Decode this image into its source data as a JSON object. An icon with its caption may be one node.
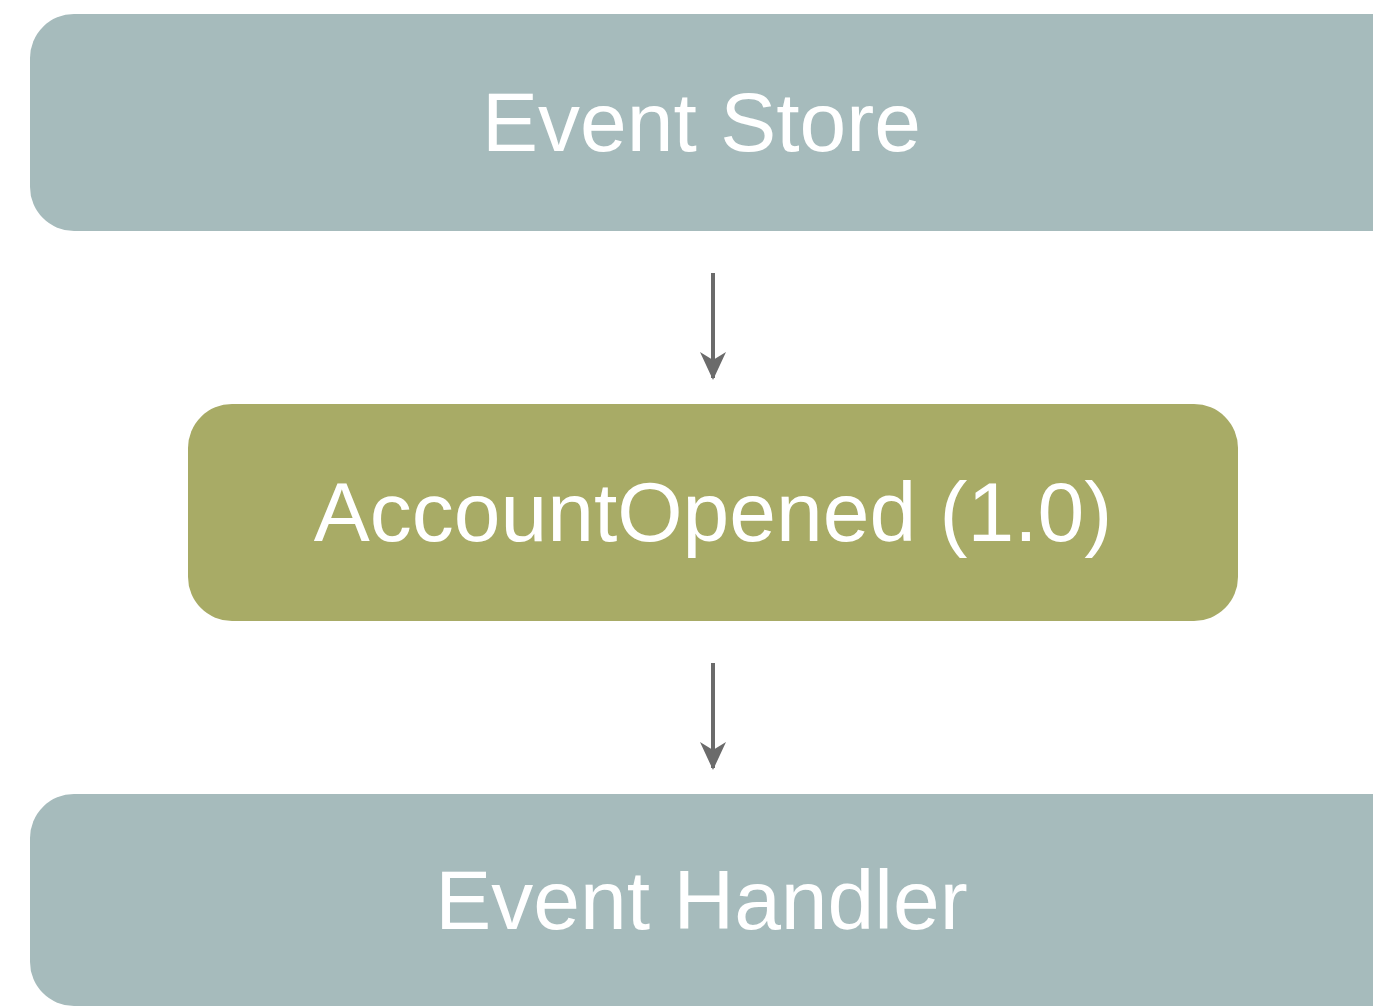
{
  "diagram": {
    "nodes": [
      {
        "text": [
          "Event Store"
        ]
      },
      {
        "text": [
          "AccountOpened (1.0)"
        ]
      },
      {
        "text": [
          "Event Handler"
        ]
      }
    ],
    "edges": [
      {
        "from": 0,
        "to": 1,
        "arrow": "to"
      },
      {
        "from": 1,
        "to": 2,
        "arrow": "to"
      }
    ]
  }
}
